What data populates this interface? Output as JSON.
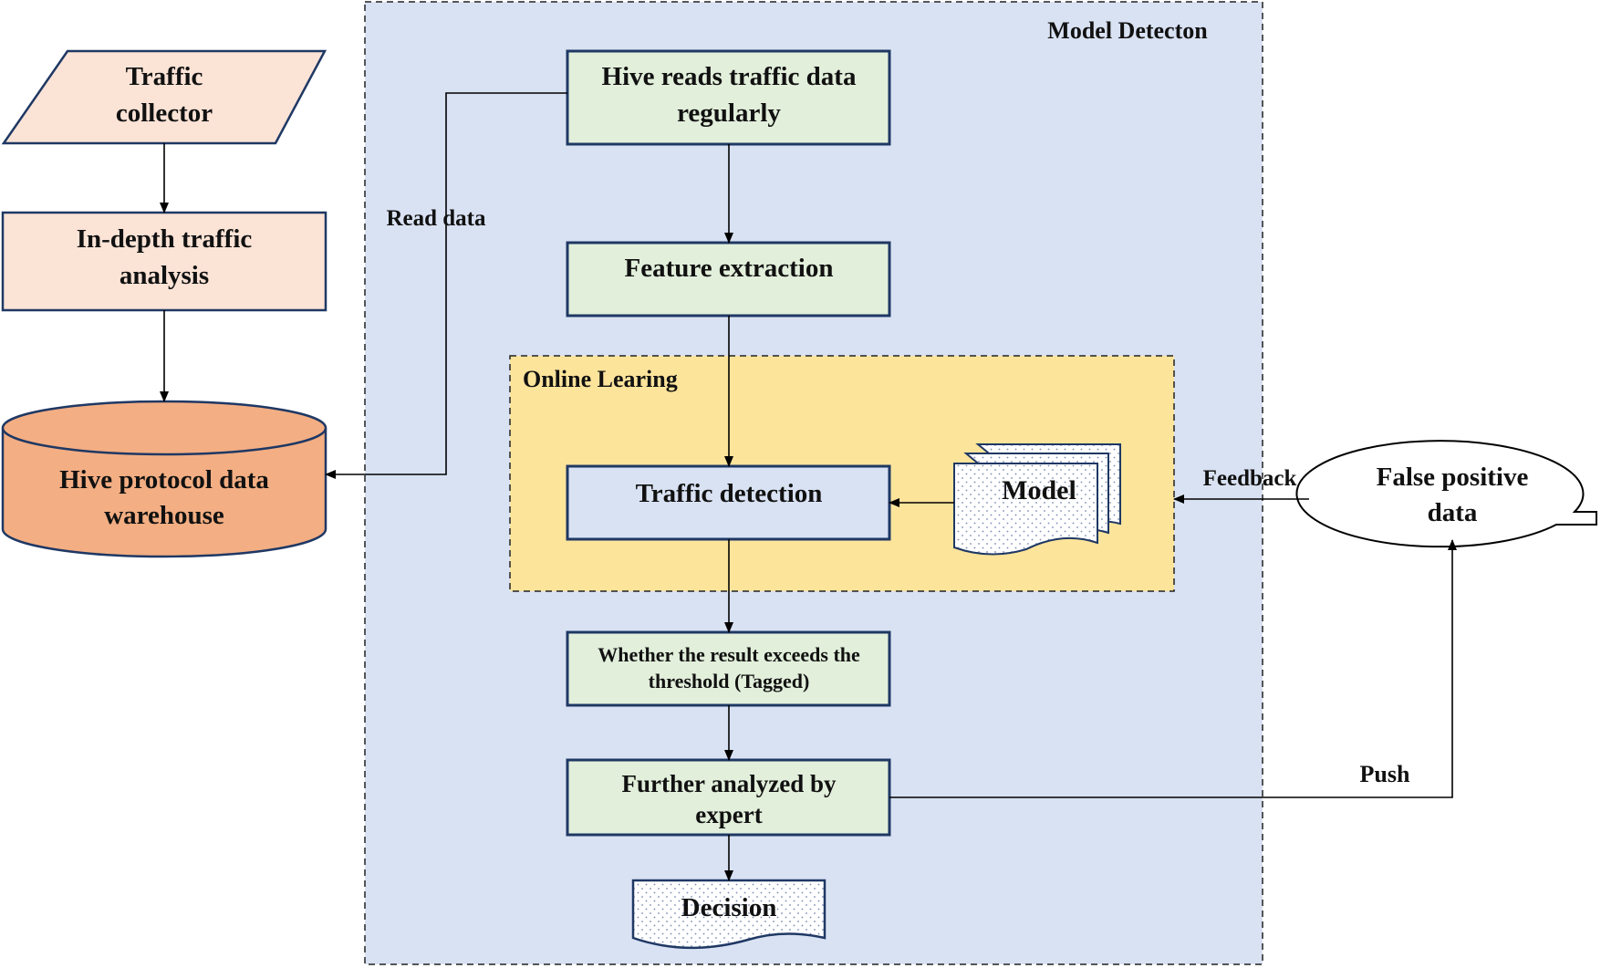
{
  "colors": {
    "collector_fill": "#fbe3d6",
    "warehouse_fill": "#f3ae83",
    "detection_region_fill": "#d9e2f3",
    "online_learning_fill": "#fde49b",
    "process_fill": "#e2efdb",
    "traffic_detection_fill": "#d9e2f3",
    "border": "#1f3864",
    "line": "#000000"
  },
  "regions": {
    "model_detection": "Model Detecton",
    "online_learning": "Online Learing"
  },
  "nodes": {
    "traffic_collector": [
      "Traffic",
      "collector"
    ],
    "indepth_analysis": [
      "In-depth traffic",
      "analysis"
    ],
    "hive_warehouse": [
      "Hive protocol data",
      "warehouse"
    ],
    "hive_reads": [
      "Hive reads traffic data",
      "regularly"
    ],
    "feature_extraction": "Feature extraction",
    "traffic_detection": "Traffic detection",
    "model": "Model",
    "threshold_check": [
      "Whether the result exceeds the",
      "threshold (Tagged)"
    ],
    "expert_analysis": [
      "Further analyzed by",
      "expert"
    ],
    "decision": "Decision",
    "false_positive": [
      "False positive",
      "data"
    ]
  },
  "edges": {
    "read_data": "Read data",
    "feedback": "Feedback",
    "push": "Push"
  }
}
